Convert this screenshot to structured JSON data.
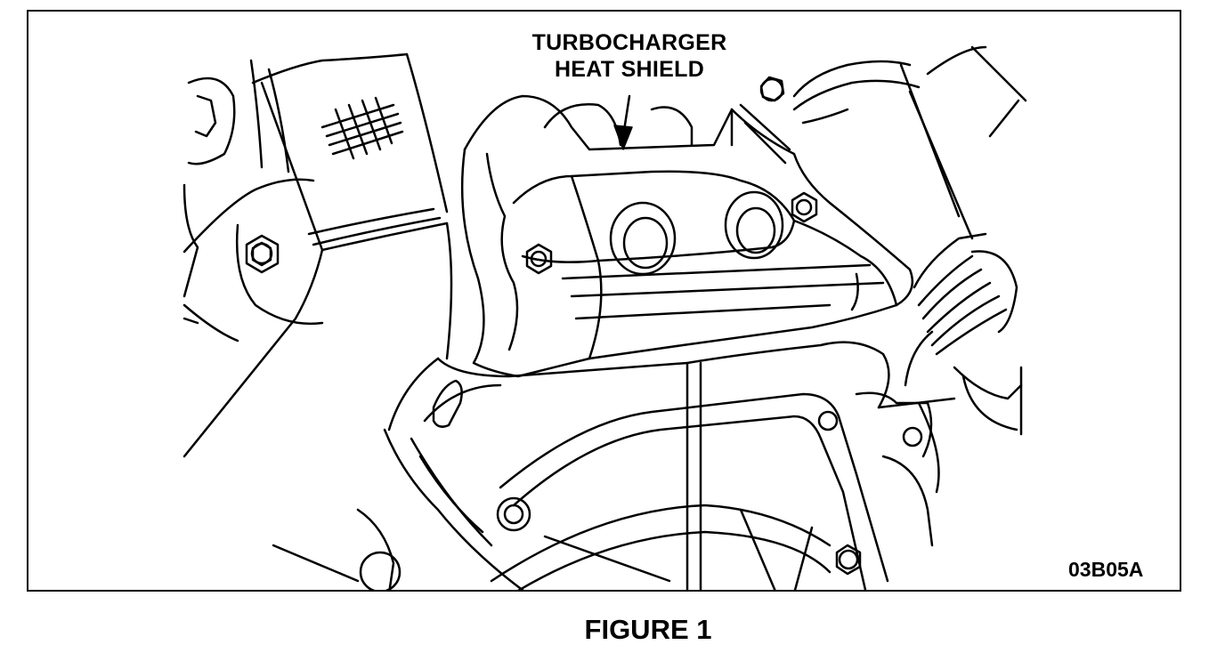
{
  "figure": {
    "callout_line1": "TURBOCHARGER",
    "callout_line2": "HEAT SHIELD",
    "code": "03B05A",
    "caption": "FIGURE 1"
  },
  "colors": {
    "ink": "#000000",
    "paper": "#ffffff"
  }
}
